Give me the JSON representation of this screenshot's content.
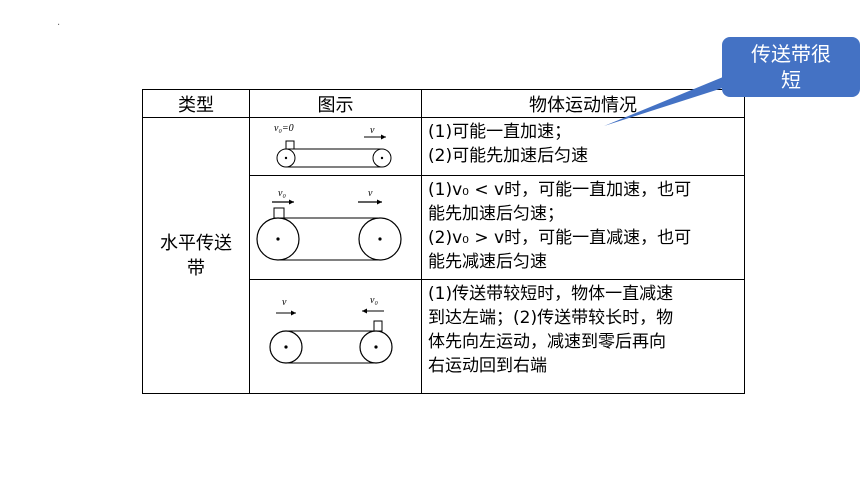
{
  "table": {
    "headers": [
      "类型",
      "图示",
      "物体运动情况"
    ],
    "type_label_line1": "水平传送",
    "type_label_line2": "带",
    "rows": [
      {
        "diagram_labels": {
          "left": "v₀=0",
          "right": "v"
        },
        "lines": [
          "(1)可能一直加速；",
          "(2)可能先加速后匀速"
        ]
      },
      {
        "diagram_labels": {
          "left": "v₀",
          "right": "v"
        },
        "lines": [
          "(1)v₀ < v时，可能一直加速，也可",
          "能先加速后匀速；",
          "(2)v₀ > v时，可能一直减速，也可",
          "能先减速后匀速"
        ]
      },
      {
        "diagram_labels": {
          "left": "v",
          "right": "v₀"
        },
        "lines": [
          "(1)传送带较短时，物体一直减速",
          "到达左端；(2)传送带较长时，物",
          "体先向左运动，减速到零后再向",
          "右运动回到右端"
        ]
      }
    ]
  },
  "callout": {
    "line1": "传送带很",
    "line2": "短",
    "color": "#4472c4"
  }
}
